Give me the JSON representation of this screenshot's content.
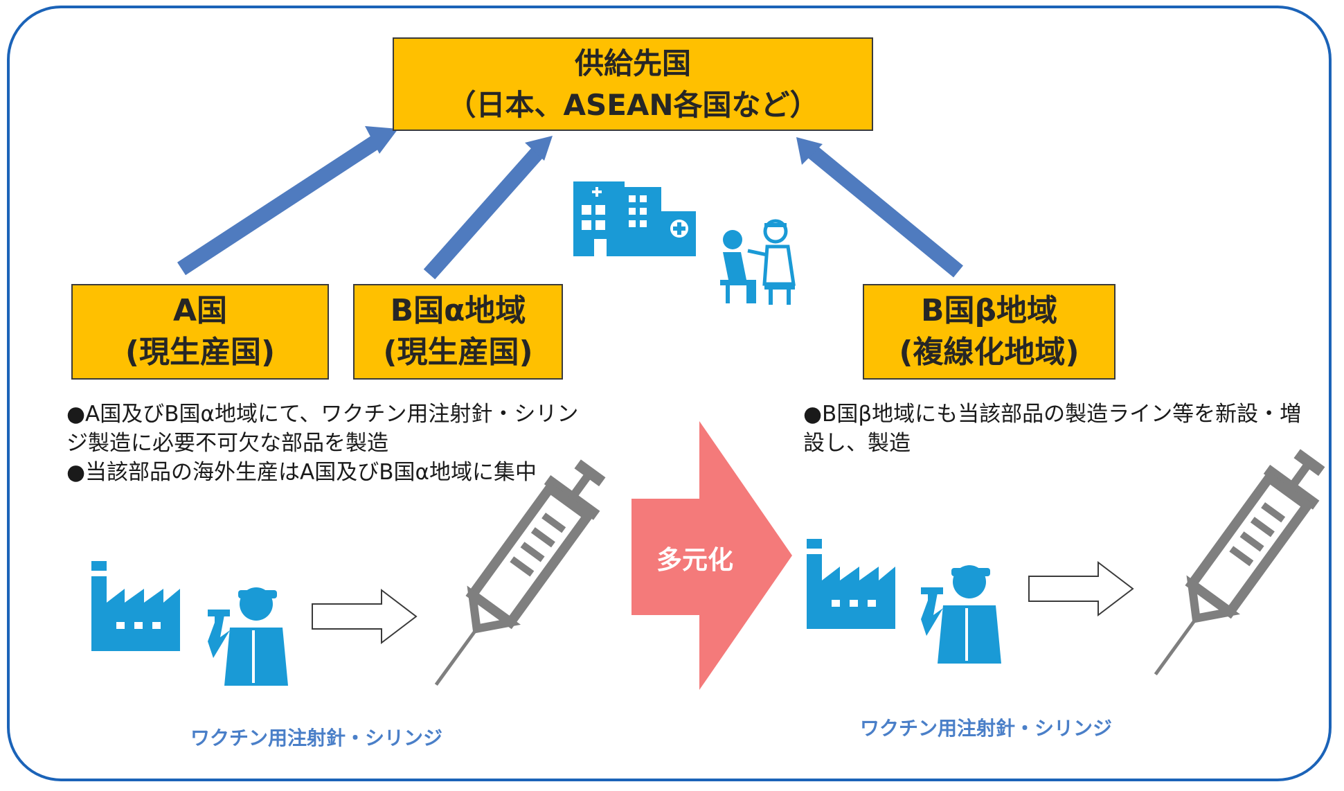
{
  "boxes": {
    "supply": {
      "line1": "供給先国",
      "line2": "（日本、ASEAN各国など）"
    },
    "country_a": {
      "line1": "A国",
      "line2": "(現生産国)"
    },
    "country_b_alpha": {
      "line1": "B国α地域",
      "line2": "(現生産国)"
    },
    "country_b_beta": {
      "line1": "B国β地域",
      "line2": "(複線化地域)"
    }
  },
  "left_description": {
    "bullet1": "●A国及びB国α地域にて、ワクチン用注射針・シリンジ製造に必要不可欠な部品を製造",
    "bullet2": "●当該部品の海外生産はA国及びB国α地域に集中"
  },
  "right_description": {
    "bullet1": "●B国β地域にも当該部品の製造ライン等を新設・増設し、製造"
  },
  "center_arrow_label": "多元化",
  "captions": {
    "left": "ワクチン用注射針・シリンジ",
    "right": "ワクチン用注射針・シリンジ"
  },
  "colors": {
    "box_fill": "#ffc000",
    "arrow_blue": "#4f7bbf",
    "icon_blue": "#1a9ad6",
    "syringe_gray": "#7f7f7f",
    "big_arrow": "#f47a7a",
    "frame": "#1b63b8",
    "caption": "#4a7fc8"
  }
}
